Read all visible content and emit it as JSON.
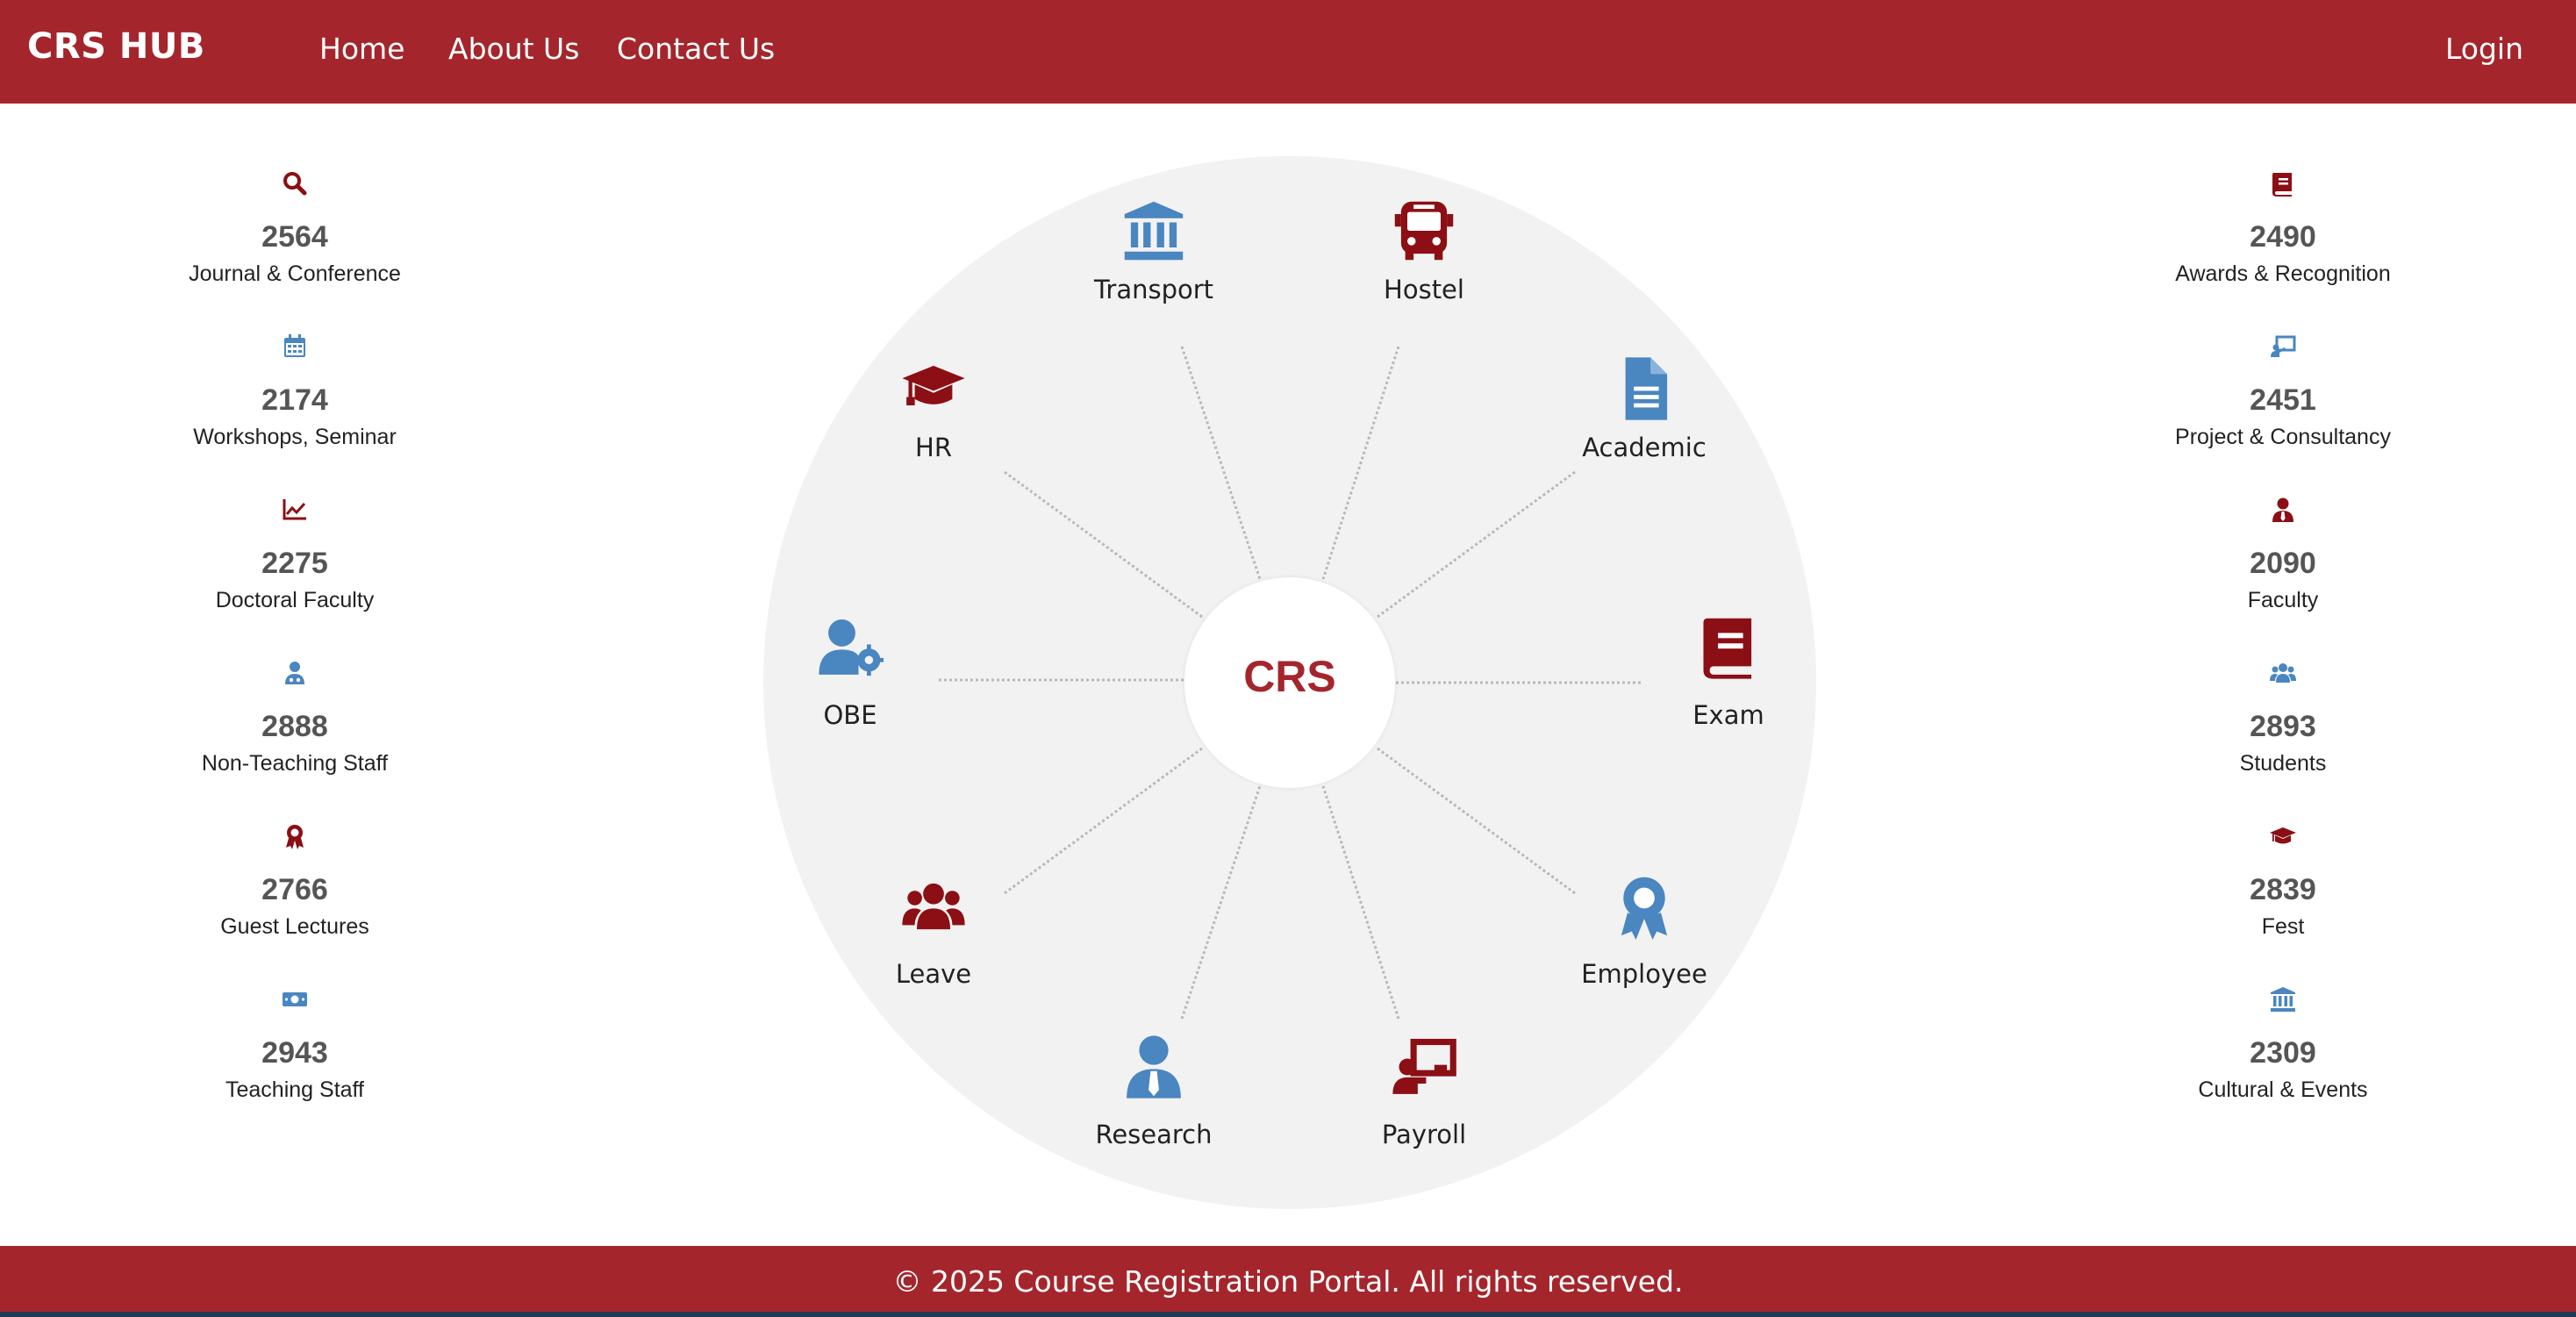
{
  "header": {
    "brand": "CRS HUB",
    "nav": [
      {
        "label": "Home"
      },
      {
        "label": "About Us"
      },
      {
        "label": "Contact Us"
      }
    ],
    "login": "Login"
  },
  "colors": {
    "primary": "#a4262c",
    "accent_blue": "#4a86c0",
    "icon_red": "#8b0f14",
    "wheel_bg": "#f2f2f2"
  },
  "left_stats": [
    {
      "icon": "search-icon",
      "value": "2564",
      "label": "Journal & Conference"
    },
    {
      "icon": "calendar-icon",
      "value": "2174",
      "label": "Workshops, Seminar"
    },
    {
      "icon": "chart-line-icon",
      "value": "2275",
      "label": "Doctoral Faculty"
    },
    {
      "icon": "user-doctor-icon",
      "value": "2888",
      "label": "Non-Teaching Staff"
    },
    {
      "icon": "award-icon",
      "value": "2766",
      "label": "Guest Lectures"
    },
    {
      "icon": "money-bill-icon",
      "value": "2943",
      "label": "Teaching Staff"
    }
  ],
  "right_stats": [
    {
      "icon": "book-icon",
      "value": "2490",
      "label": "Awards & Recognition"
    },
    {
      "icon": "chalkboard-icon",
      "value": "2451",
      "label": "Project & Consultancy"
    },
    {
      "icon": "user-tie-icon",
      "value": "2090",
      "label": "Faculty"
    },
    {
      "icon": "users-icon",
      "value": "2893",
      "label": "Students"
    },
    {
      "icon": "graduation-cap-icon",
      "value": "2839",
      "label": "Fest"
    },
    {
      "icon": "institution-icon",
      "value": "2309",
      "label": "Cultural & Events"
    }
  ],
  "wheel": {
    "center": "CRS",
    "modules": [
      {
        "icon": "institution-icon",
        "label": "Transport"
      },
      {
        "icon": "bus-icon",
        "label": "Hostel"
      },
      {
        "icon": "file-icon",
        "label": "Academic"
      },
      {
        "icon": "book-icon",
        "label": "Exam"
      },
      {
        "icon": "award-icon",
        "label": "Employee"
      },
      {
        "icon": "chalkboard-teacher-icon",
        "label": "Payroll"
      },
      {
        "icon": "user-tie-icon",
        "label": "Research"
      },
      {
        "icon": "users-icon",
        "label": "Leave"
      },
      {
        "icon": "user-gear-icon",
        "label": "OBE"
      },
      {
        "icon": "graduation-cap-icon",
        "label": "HR"
      }
    ]
  },
  "footer": {
    "text": "© 2025 Course Registration Portal. All rights reserved."
  }
}
